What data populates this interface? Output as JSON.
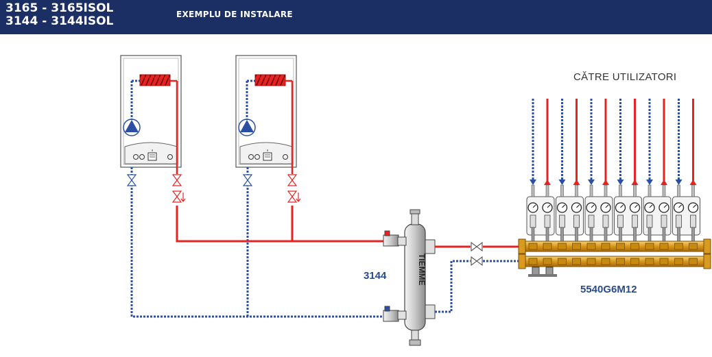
{
  "header": {
    "code_line1": "3165 - 3165ISOL",
    "code_line2": "3144 - 3144ISOL",
    "title": "EXEMPLU DE INSTALARE"
  },
  "diagram": {
    "users_label": "CĂTRE UTILIZATORI",
    "separator_label": "3144",
    "separator_brand": "TIEMME",
    "manifold_label": "5540G6M12",
    "boiler_count": 2,
    "circuit_count": 6,
    "colors": {
      "flow": "#e52421",
      "return": "#2b4fa2",
      "brass": "#e0a020",
      "header_bg": "#1c2f64"
    }
  }
}
